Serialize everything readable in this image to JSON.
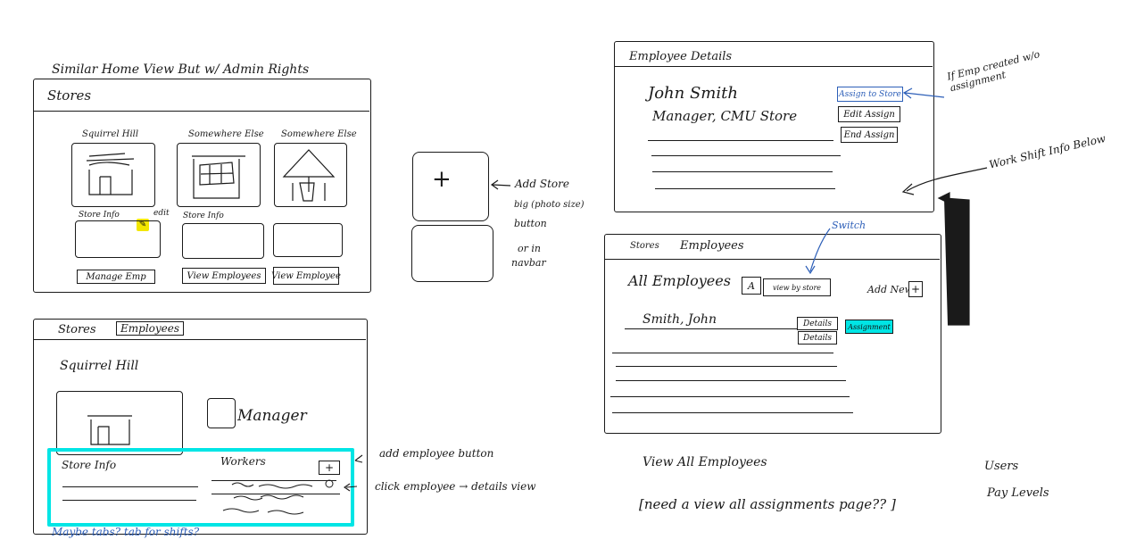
{
  "top_left": {
    "heading": "Similar Home View But w/ Admin Rights",
    "title": "Stores",
    "stores": [
      {
        "name": "Squirrel Hill"
      },
      {
        "name": "Somewhere Else"
      },
      {
        "name": "Somewhere Else"
      }
    ],
    "store_info_label": "Store Info",
    "store_info_label_2": "Store Info",
    "edit_note": "edit",
    "buttons": [
      "Manage Emp",
      "View Employees",
      "View Employee"
    ]
  },
  "add_store": {
    "plus": "+",
    "note_line1": "Add Store",
    "note_line2": "big (photo size)",
    "note_line3": "button",
    "note_line4": "or in",
    "note_line5": "navbar"
  },
  "bottom_left": {
    "tabs": [
      "Stores",
      "Employees"
    ],
    "store_name": "Squirrel Hill",
    "manager_label": "Manager",
    "store_info_label": "Store Info",
    "workers_label": "Workers",
    "add_button": "+",
    "note_add": "add employee button",
    "note_click": "click employee → details view",
    "note_tabs": "Maybe tabs? tab for shifts?"
  },
  "employee_details": {
    "title": "Employee Details",
    "name": "John Smith",
    "role": "Manager, CMU Store",
    "buttons": [
      "Assign to Store",
      "Edit Assign",
      "End Assign"
    ],
    "note_assign": "If Emp created w/o assignment",
    "note_shift": "Work Shift Info Below"
  },
  "employees_list": {
    "tabs": [
      "Stores",
      "Employees"
    ],
    "switch_note": "Switch",
    "heading": "All Employees",
    "toggle_a": "A",
    "toggle_store": "view by store",
    "add_new": "Add New",
    "add_plus": "+",
    "row_name": "Smith, John",
    "details_btn": "Details",
    "details_btn_2": "Details",
    "assignment_btn": "Assignment"
  },
  "footer_notes": {
    "view_all": "View All Employees",
    "need_view": "[need a view all assignments page?? ]",
    "users": "Users",
    "pay_levels": "Pay Levels"
  },
  "colors": {
    "accent_cyan": "#00e5e5",
    "note_blue": "#2d5fb8",
    "highlight_yellow": "#f2e600"
  }
}
